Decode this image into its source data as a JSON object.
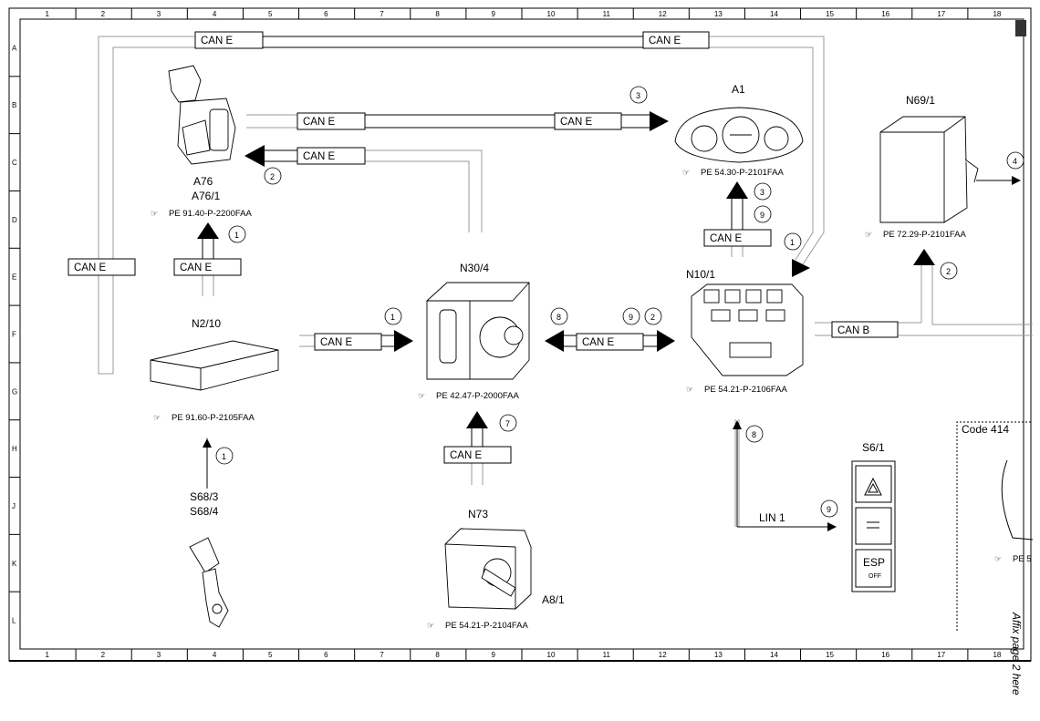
{
  "grid": {
    "columns": [
      "1",
      "2",
      "3",
      "4",
      "5",
      "6",
      "7",
      "8",
      "9",
      "10",
      "11",
      "12",
      "13",
      "14",
      "15",
      "16",
      "17",
      "18"
    ],
    "rows": [
      "A",
      "B",
      "C",
      "D",
      "E",
      "F",
      "G",
      "H",
      "J",
      "K",
      "L"
    ]
  },
  "bus_labels": {
    "can_e": "CAN E",
    "can_b": "CAN B",
    "lin_1": "LIN 1"
  },
  "components": {
    "a76": {
      "label1": "A76",
      "label2": "A76/1",
      "ref": "PE 91.40-P-2200FAA"
    },
    "a1": {
      "label": "A1",
      "ref": "PE 54.30-P-2101FAA"
    },
    "n69_1": {
      "label": "N69/1",
      "ref": "PE 72.29-P-2101FAA"
    },
    "n2_10": {
      "label": "N2/10",
      "ref": "PE 91.60-P-2105FAA"
    },
    "n30_4": {
      "label": "N30/4",
      "ref": "PE 42.47-P-2000FAA"
    },
    "n10_1": {
      "label": "N10/1",
      "ref": "PE 54.21-P-2106FAA"
    },
    "n73": {
      "label": "N73",
      "sublabel": "A8/1",
      "ref": "PE 54.21-P-2104FAA"
    },
    "s68": {
      "label1": "S68/3",
      "label2": "S68/4"
    },
    "s6_1": {
      "label": "S6/1",
      "esp": "ESP",
      "off": "OFF"
    },
    "code414": {
      "label": "Code 414",
      "ref": "PE 5"
    }
  },
  "signal_numbers": [
    "1",
    "2",
    "3",
    "4",
    "7",
    "8",
    "9"
  ],
  "margin_note": "Affix page 2 here",
  "colors": {
    "line": "#000000",
    "bus": "#b0b0b0",
    "frame": "#000000"
  }
}
